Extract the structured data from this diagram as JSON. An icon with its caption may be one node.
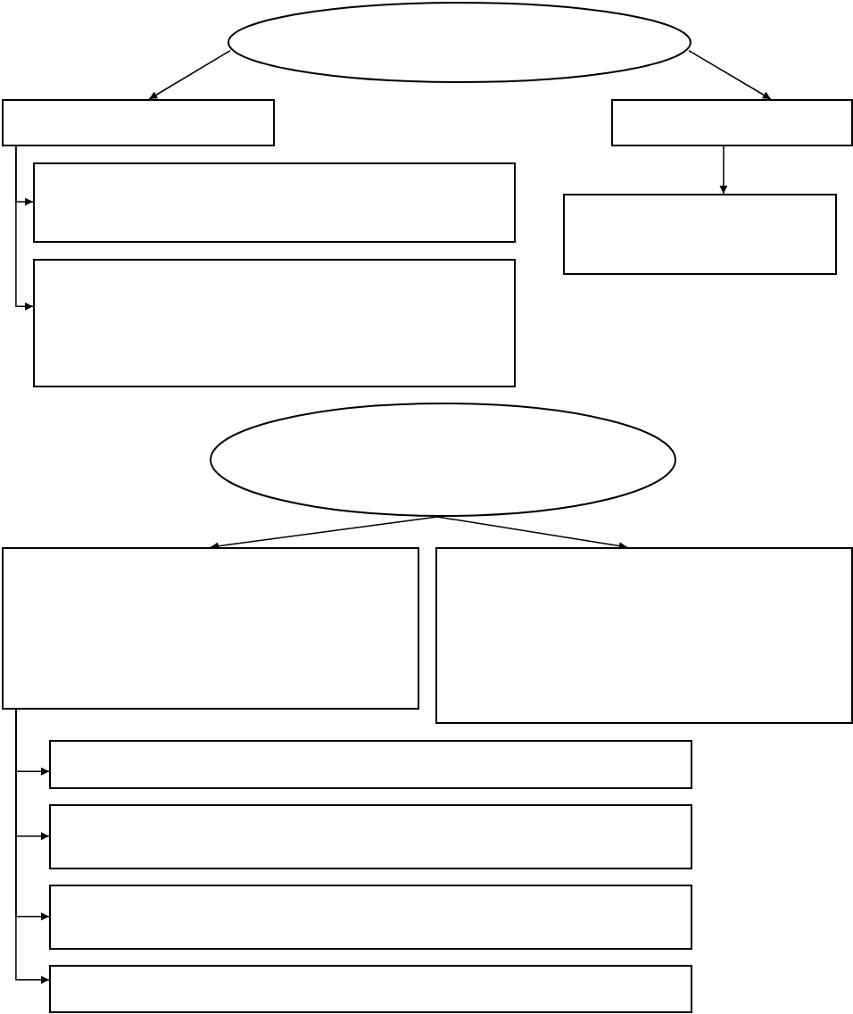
{
  "diagram": {
    "nodes": [
      {
        "text": [],
        "shape": "ellipse"
      },
      {
        "text": [],
        "shape": "box"
      },
      {
        "text": [],
        "shape": "box"
      },
      {
        "text": [],
        "shape": "box"
      },
      {
        "text": [],
        "shape": "box"
      },
      {
        "text": [],
        "shape": "box"
      },
      {
        "text": [],
        "shape": "ellipse"
      },
      {
        "text": [],
        "shape": "box"
      },
      {
        "text": [],
        "shape": "box"
      },
      {
        "text": [],
        "shape": "box"
      },
      {
        "text": [],
        "shape": "box"
      },
      {
        "text": [],
        "shape": "box"
      },
      {
        "text": [],
        "shape": "box"
      }
    ],
    "edges": [
      {
        "from": 0,
        "to": 1,
        "arrow": "to"
      },
      {
        "from": 0,
        "to": 2,
        "arrow": "to"
      },
      {
        "from": 1,
        "to": 3,
        "arrow": "to"
      },
      {
        "from": 1,
        "to": 5,
        "arrow": "to"
      },
      {
        "from": 2,
        "to": 4,
        "arrow": "to"
      },
      {
        "from": 6,
        "to": 7,
        "arrow": "to"
      },
      {
        "from": 6,
        "to": 8,
        "arrow": "to"
      },
      {
        "from": 7,
        "to": 9,
        "arrow": "to"
      },
      {
        "from": 7,
        "to": 10,
        "arrow": "to"
      },
      {
        "from": 7,
        "to": 11,
        "arrow": "to"
      },
      {
        "from": 7,
        "to": 12,
        "arrow": "to"
      }
    ]
  }
}
